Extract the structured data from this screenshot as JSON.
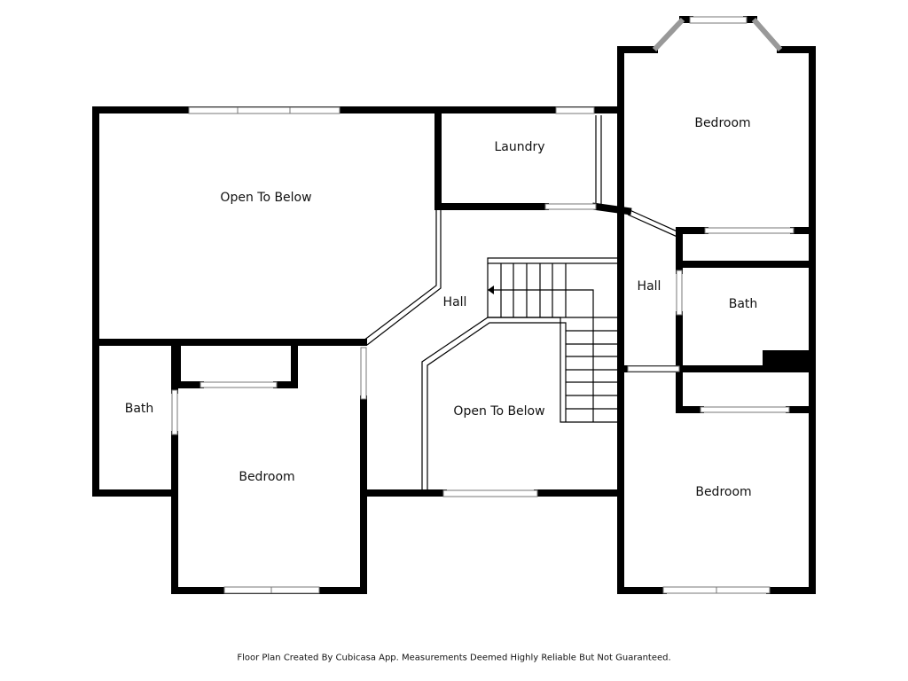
{
  "rooms": {
    "open_to_below_1": "Open To Below",
    "laundry": "Laundry",
    "bedroom_top_right": "Bedroom",
    "hall_center": "Hall",
    "hall_right": "Hall",
    "bath_right": "Bath",
    "bath_left": "Bath",
    "bedroom_left": "Bedroom",
    "open_to_below_2": "Open To Below",
    "bedroom_bottom_right": "Bedroom"
  },
  "footer": "Floor Plan Created By Cubicasa App. Measurements Deemed Highly Reliable But Not Guaranteed."
}
